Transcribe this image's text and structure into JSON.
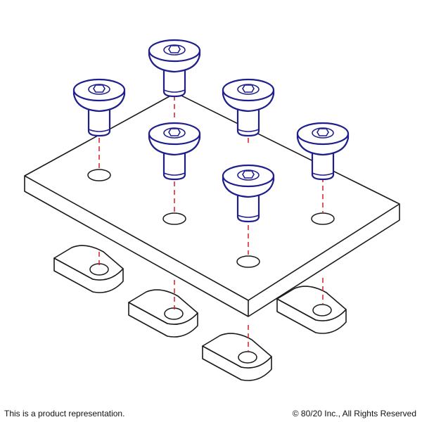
{
  "footer": {
    "left_text": "This is a product representation.",
    "right_text": "© 80/20 Inc., All Rights Reserved"
  },
  "colors": {
    "outline": "#1a1a1a",
    "bolt": "#1f1f8c",
    "axis": "#d0202a",
    "background": "#ffffff"
  },
  "diagram": {
    "parts": [
      "plate",
      "bolt",
      "t-nut"
    ],
    "bolt_count": 6,
    "plate_hole_count": 6,
    "t_nut_count": 4
  }
}
